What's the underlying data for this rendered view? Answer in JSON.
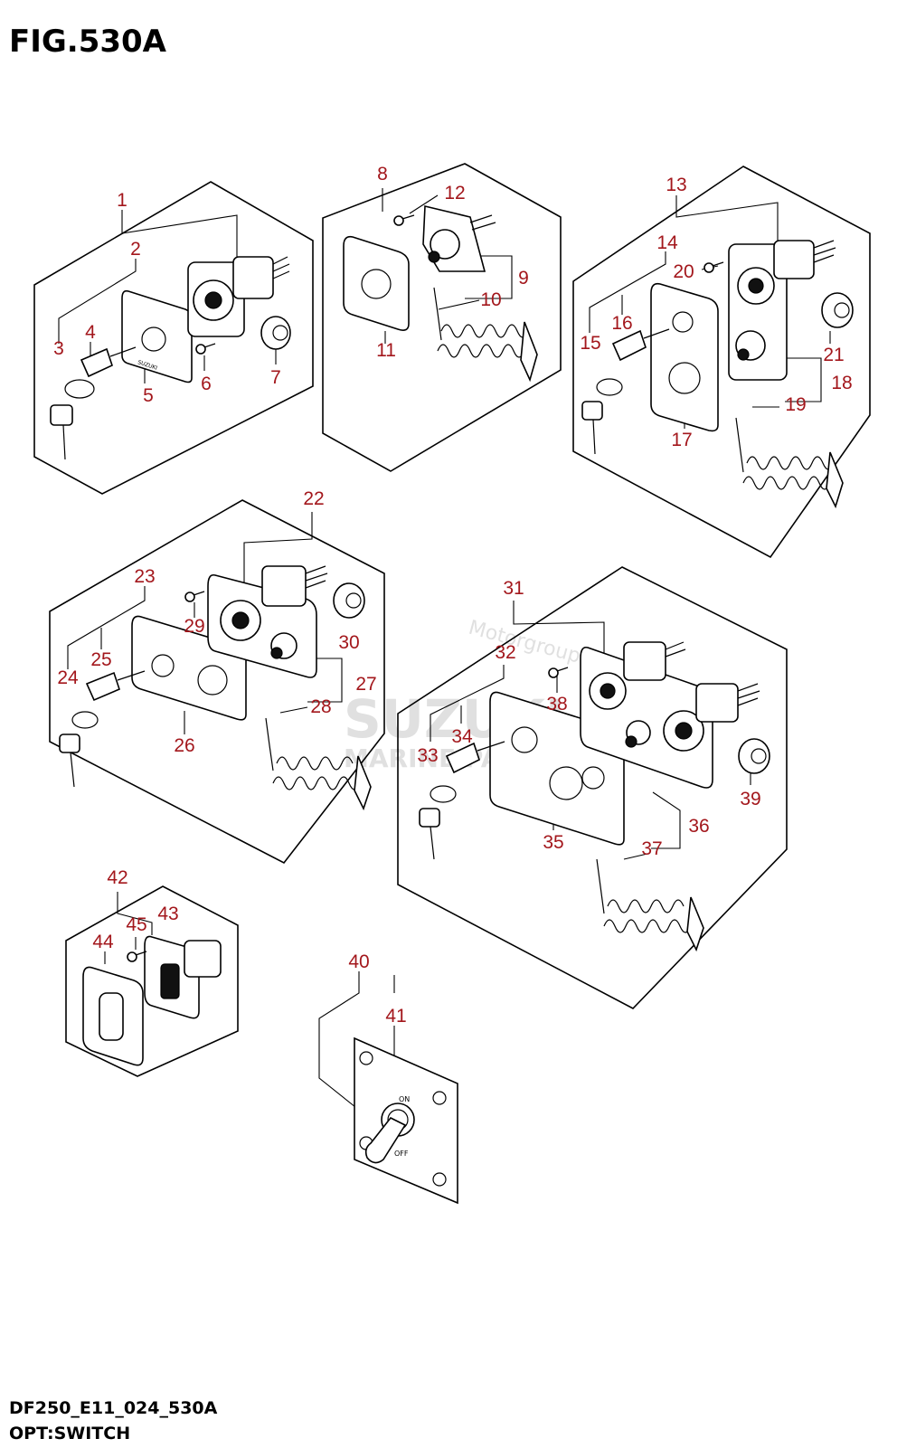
{
  "figure": {
    "title": "FIG.530A",
    "code": "DF250_E11_024_530A",
    "name": "OPT:SWITCH"
  },
  "style": {
    "label_color": "#a3171c",
    "line_color": "#000000"
  },
  "watermark": {
    "brand": "SUZUKI",
    "sub": "MARINE PARTS",
    "site": "Motorgroup.it"
  },
  "switch_plate_text": {
    "on": "ON",
    "off": "OFF"
  },
  "part_numbers": [
    "1",
    "2",
    "3",
    "4",
    "5",
    "6",
    "7",
    "8",
    "9",
    "10",
    "11",
    "12",
    "13",
    "14",
    "15",
    "16",
    "17",
    "18",
    "19",
    "20",
    "21",
    "22",
    "23",
    "24",
    "25",
    "26",
    "27",
    "28",
    "29",
    "30",
    "31",
    "32",
    "33",
    "34",
    "35",
    "36",
    "37",
    "38",
    "39",
    "40",
    "41",
    "42",
    "43",
    "44",
    "45"
  ]
}
